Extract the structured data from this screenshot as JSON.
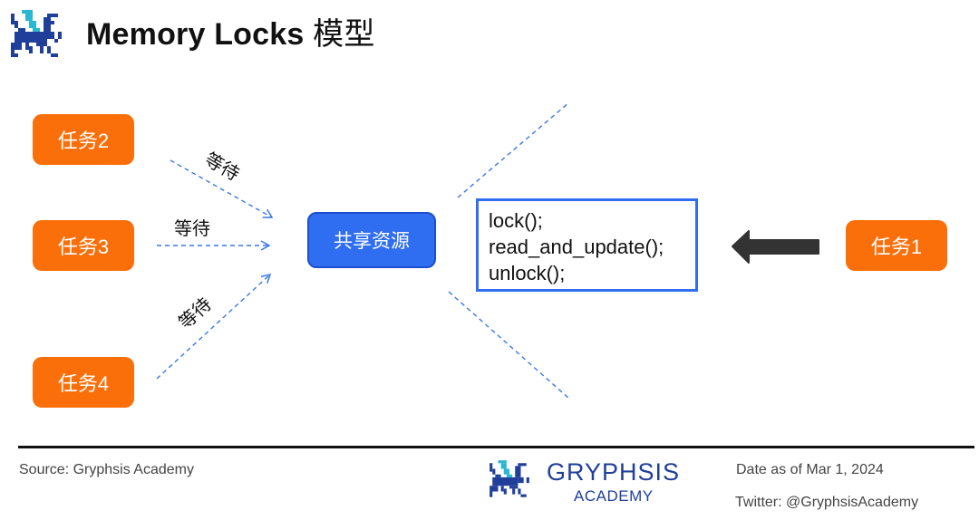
{
  "header": {
    "title": "Memory Locks",
    "title_cn": "模型",
    "logo_icon": "gryphon-pixel-logo"
  },
  "diagram": {
    "tasks": [
      {
        "id": "task1",
        "label": "任务1"
      },
      {
        "id": "task2",
        "label": "任务2"
      },
      {
        "id": "task3",
        "label": "任务3"
      },
      {
        "id": "task4",
        "label": "任务4"
      }
    ],
    "wait_labels": [
      "等待",
      "等待",
      "等待"
    ],
    "shared_resource": "共享资源",
    "code_lines": [
      "lock();",
      "read_and_update();",
      "unlock();"
    ],
    "colors": {
      "task": "#fb6f0a",
      "shared": "#2f6ef0",
      "dashed_line": "#3a78e6",
      "arrow": "#333333"
    }
  },
  "footer": {
    "source": "Source: Gryphsis Academy",
    "brand_name": "GRYPHSIS",
    "brand_sub": "ACADEMY",
    "date": "Date as of Mar 1, 2024",
    "twitter": "Twitter: @GryphsisAcademy"
  }
}
